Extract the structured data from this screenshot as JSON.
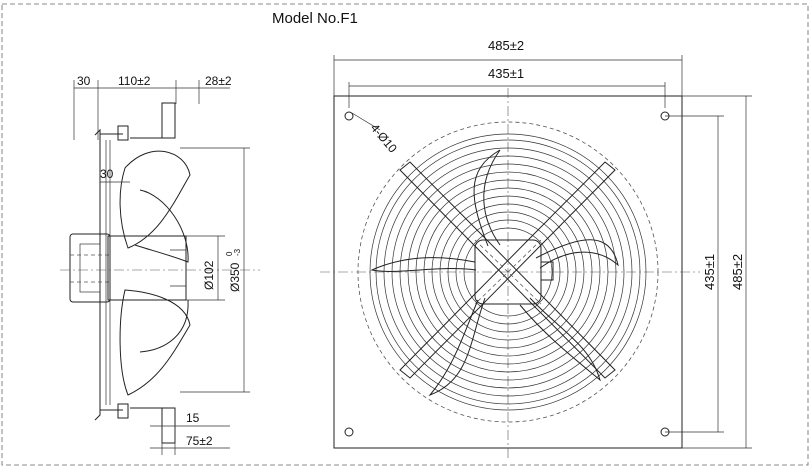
{
  "title": "Model No.F1",
  "side_view": {
    "dim_top_left": "30",
    "dim_top_mid": "110±2",
    "dim_top_right": "28±2",
    "dim_inner": "30",
    "dim_hub": "Ø102",
    "dim_impeller": "Ø350",
    "dim_impeller_tol_upper": "0",
    "dim_impeller_tol_lower": "-3",
    "dim_bottom_small": "15",
    "dim_bottom": "75±2"
  },
  "front_view": {
    "width_outer": "485±2",
    "width_inner": "435±1",
    "holes": "4-Ø10",
    "height_inner": "435±1",
    "height_outer": "485±2"
  }
}
